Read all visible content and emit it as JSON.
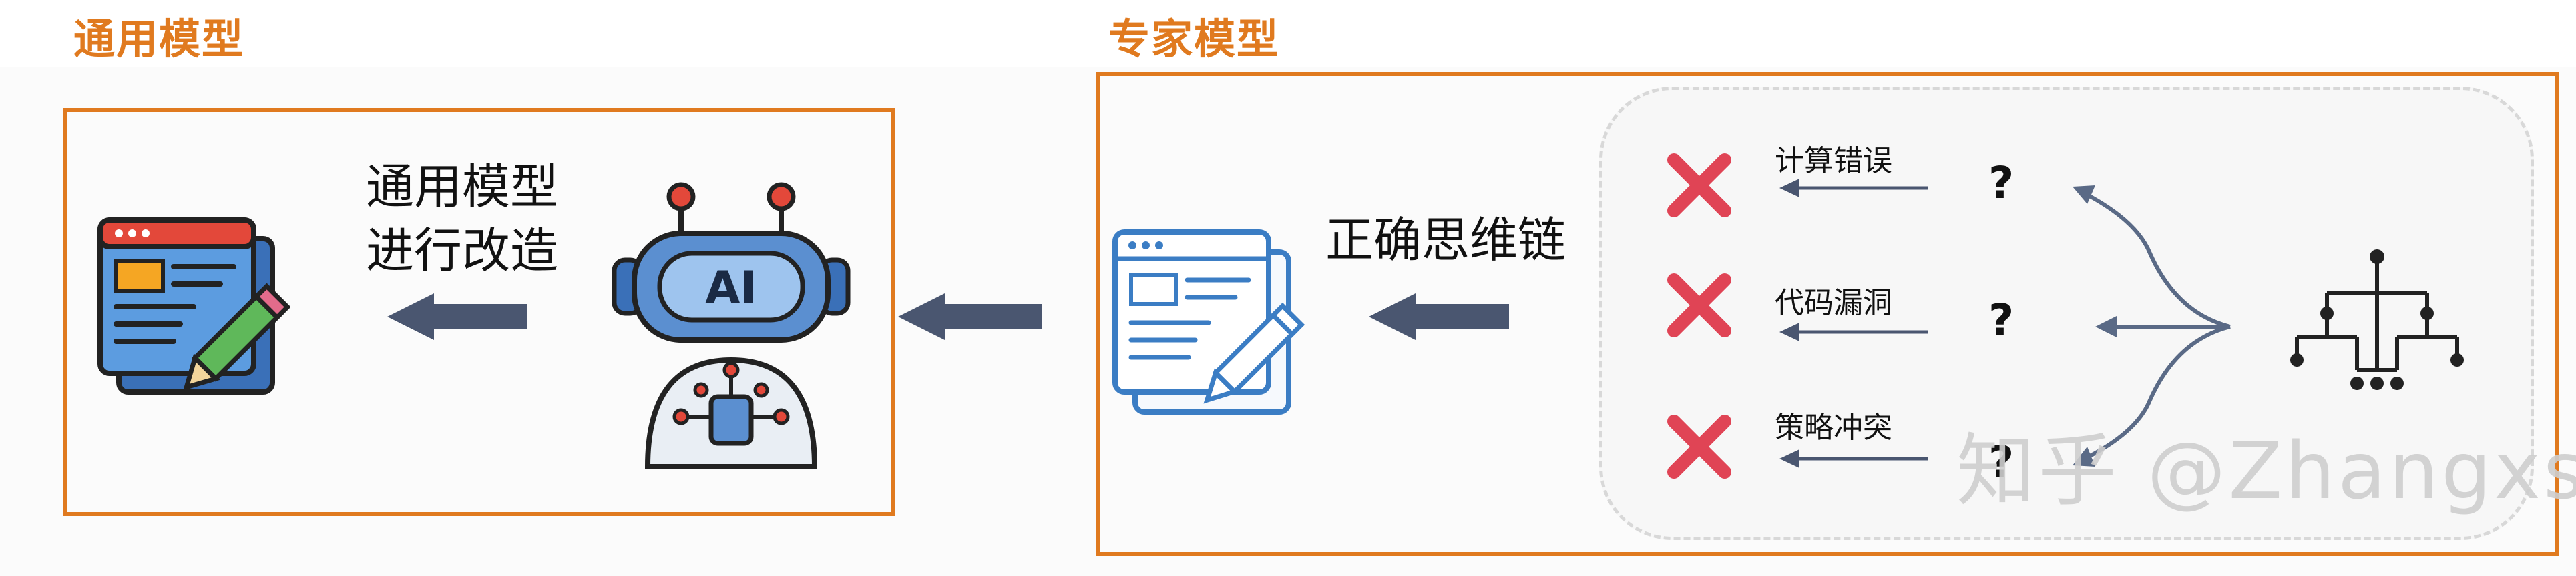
{
  "general": {
    "title": "通用模型",
    "step_label_line1": "通用模型",
    "step_label_line2": "进行改造",
    "robot_text": "AI"
  },
  "expert": {
    "title": "专家模型",
    "chain_label": "正确思维链",
    "errors": [
      {
        "label": "计算错误",
        "mark": "?"
      },
      {
        "label": "代码漏洞",
        "mark": "?"
      },
      {
        "label": "策略冲突",
        "mark": "?"
      }
    ]
  },
  "watermark": "知乎 @Zhangxs",
  "colors": {
    "accent": "#e07a1f",
    "arrow": "#4a5670",
    "error": "#e04455",
    "doc_blue": "#3b7dc4",
    "robot_blue": "#5b8fd0"
  }
}
